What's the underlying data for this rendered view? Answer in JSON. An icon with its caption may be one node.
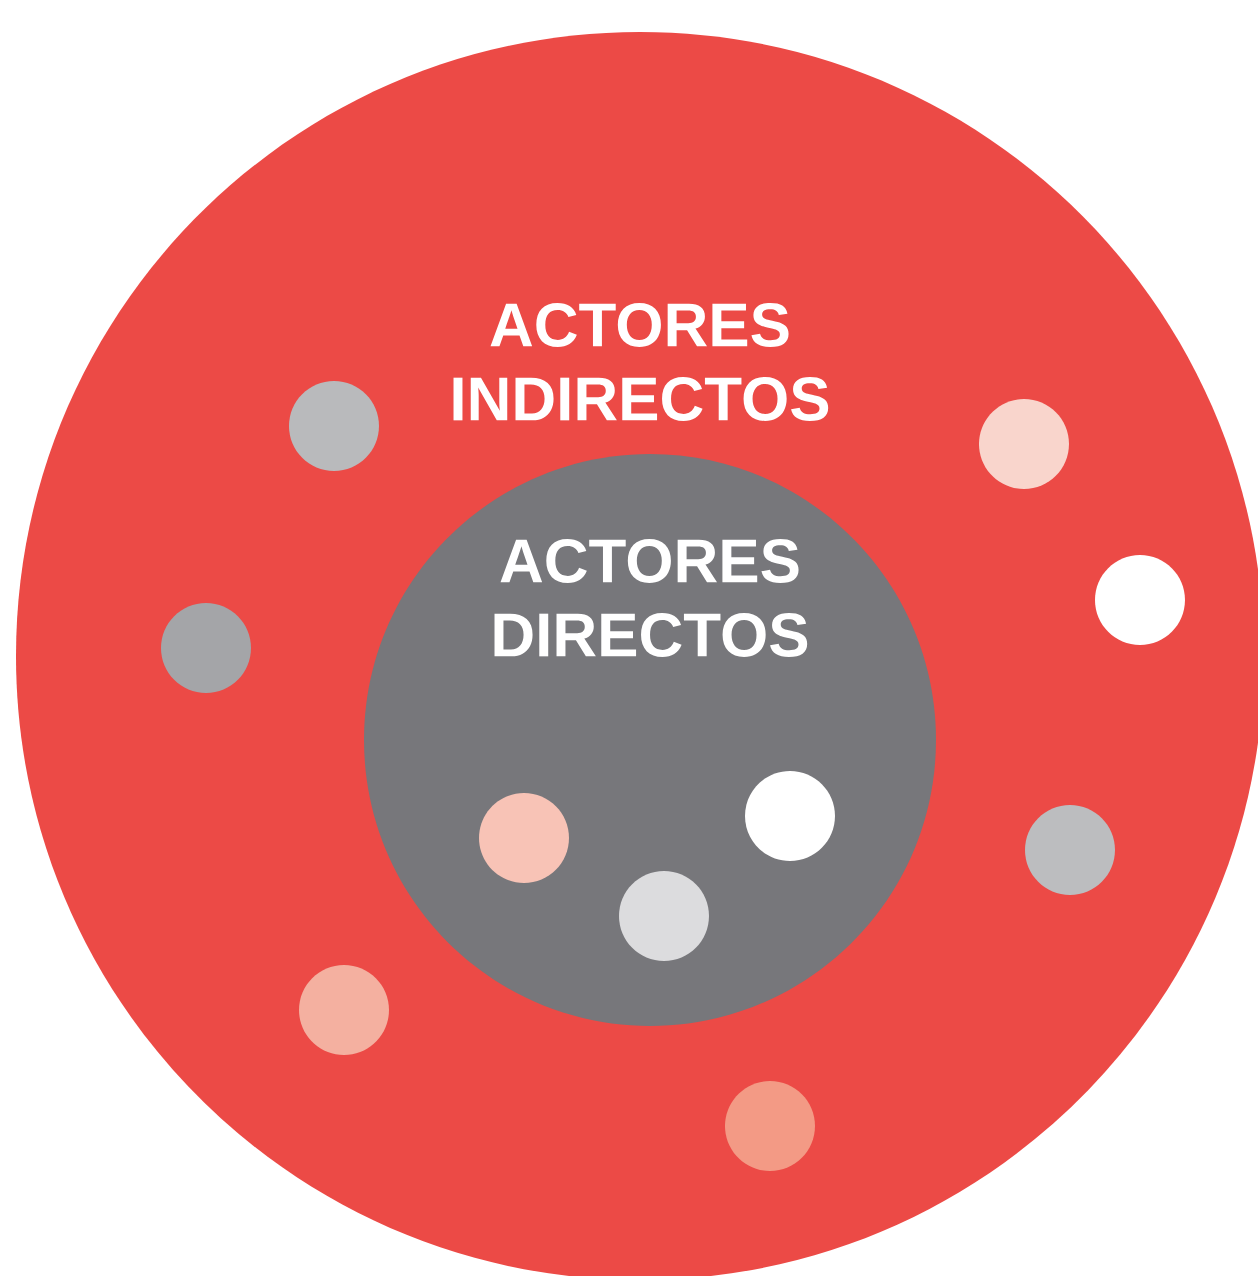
{
  "diagram": {
    "nodes": [
      {
        "text": [
          "ACTORES INDIRECTOS"
        ]
      },
      {
        "text": [
          "ACTORES DIRECTOS"
        ],
        "in": 0
      },
      {
        "text": [],
        "shape": "circle",
        "in": 0
      },
      {
        "text": [],
        "shape": "circle",
        "in": 0
      },
      {
        "text": [],
        "shape": "circle",
        "in": 0
      },
      {
        "text": [],
        "shape": "circle",
        "in": 0
      },
      {
        "text": [],
        "shape": "circle",
        "in": 0
      },
      {
        "text": [],
        "shape": "circle",
        "in": 0
      },
      {
        "text": [],
        "shape": "circle",
        "in": 0
      },
      {
        "text": [],
        "shape": "circle",
        "in": 1
      },
      {
        "text": [],
        "shape": "circle",
        "in": 1
      },
      {
        "text": [],
        "shape": "circle",
        "in": 1
      }
    ]
  }
}
